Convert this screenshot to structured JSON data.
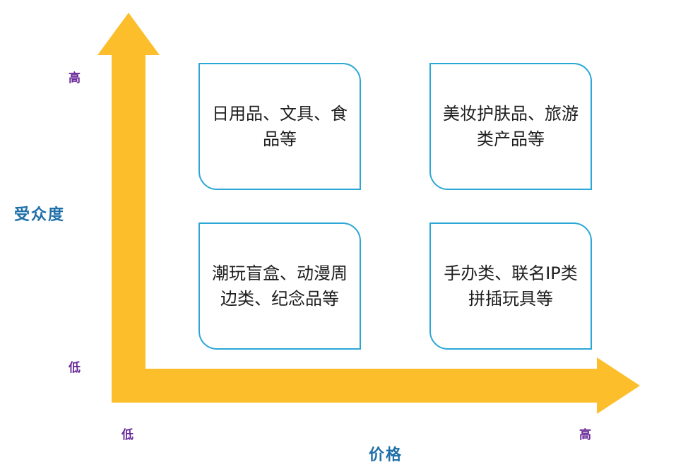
{
  "axes": {
    "y_label": "受众度",
    "x_label": "价格",
    "y_high": "高",
    "y_low": "低",
    "x_low": "低",
    "x_high": "高",
    "arrow_color": "#FDBE2C"
  },
  "quadrants": {
    "top_left": "日用品、文具、食品等",
    "top_right": "美妆护肤品、旅游类产品等",
    "bottom_left": "潮玩盲盒、动漫周边类、纪念品等",
    "bottom_right": "手办类、联名IP类拼插玩具等"
  },
  "colors": {
    "quad_border": "#2AA7D6",
    "axis_label": "#1F6FA8",
    "tick_label": "#6A2A9A"
  }
}
